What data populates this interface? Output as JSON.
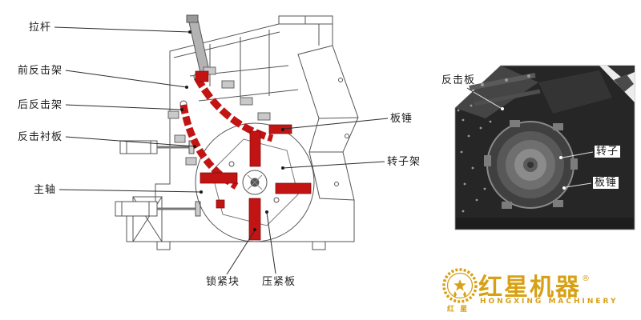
{
  "colors": {
    "highlight_red": "#c31414",
    "linework_gray": "#555555",
    "logo_gold": "#d8a014"
  },
  "left_diagram": {
    "labels": {
      "tie_rod": "拉杆",
      "front_impact_frame": "前反击架",
      "rear_impact_frame": "后反击架",
      "impact_liner": "反击衬板",
      "main_shaft": "主轴",
      "plate_hammer": "板锤",
      "rotor_frame": "转子架",
      "lock_block": "锁紧块",
      "press_plate": "压紧板"
    }
  },
  "right_photo": {
    "labels": {
      "impact_plate": "反击板",
      "rotor": "转子",
      "plate_hammer": "板锤"
    }
  },
  "logo": {
    "brand_cn": "红星机器",
    "registered_mark": "®",
    "brand_en": "HONGXING MACHINERY",
    "emblem_text": "红 星"
  }
}
